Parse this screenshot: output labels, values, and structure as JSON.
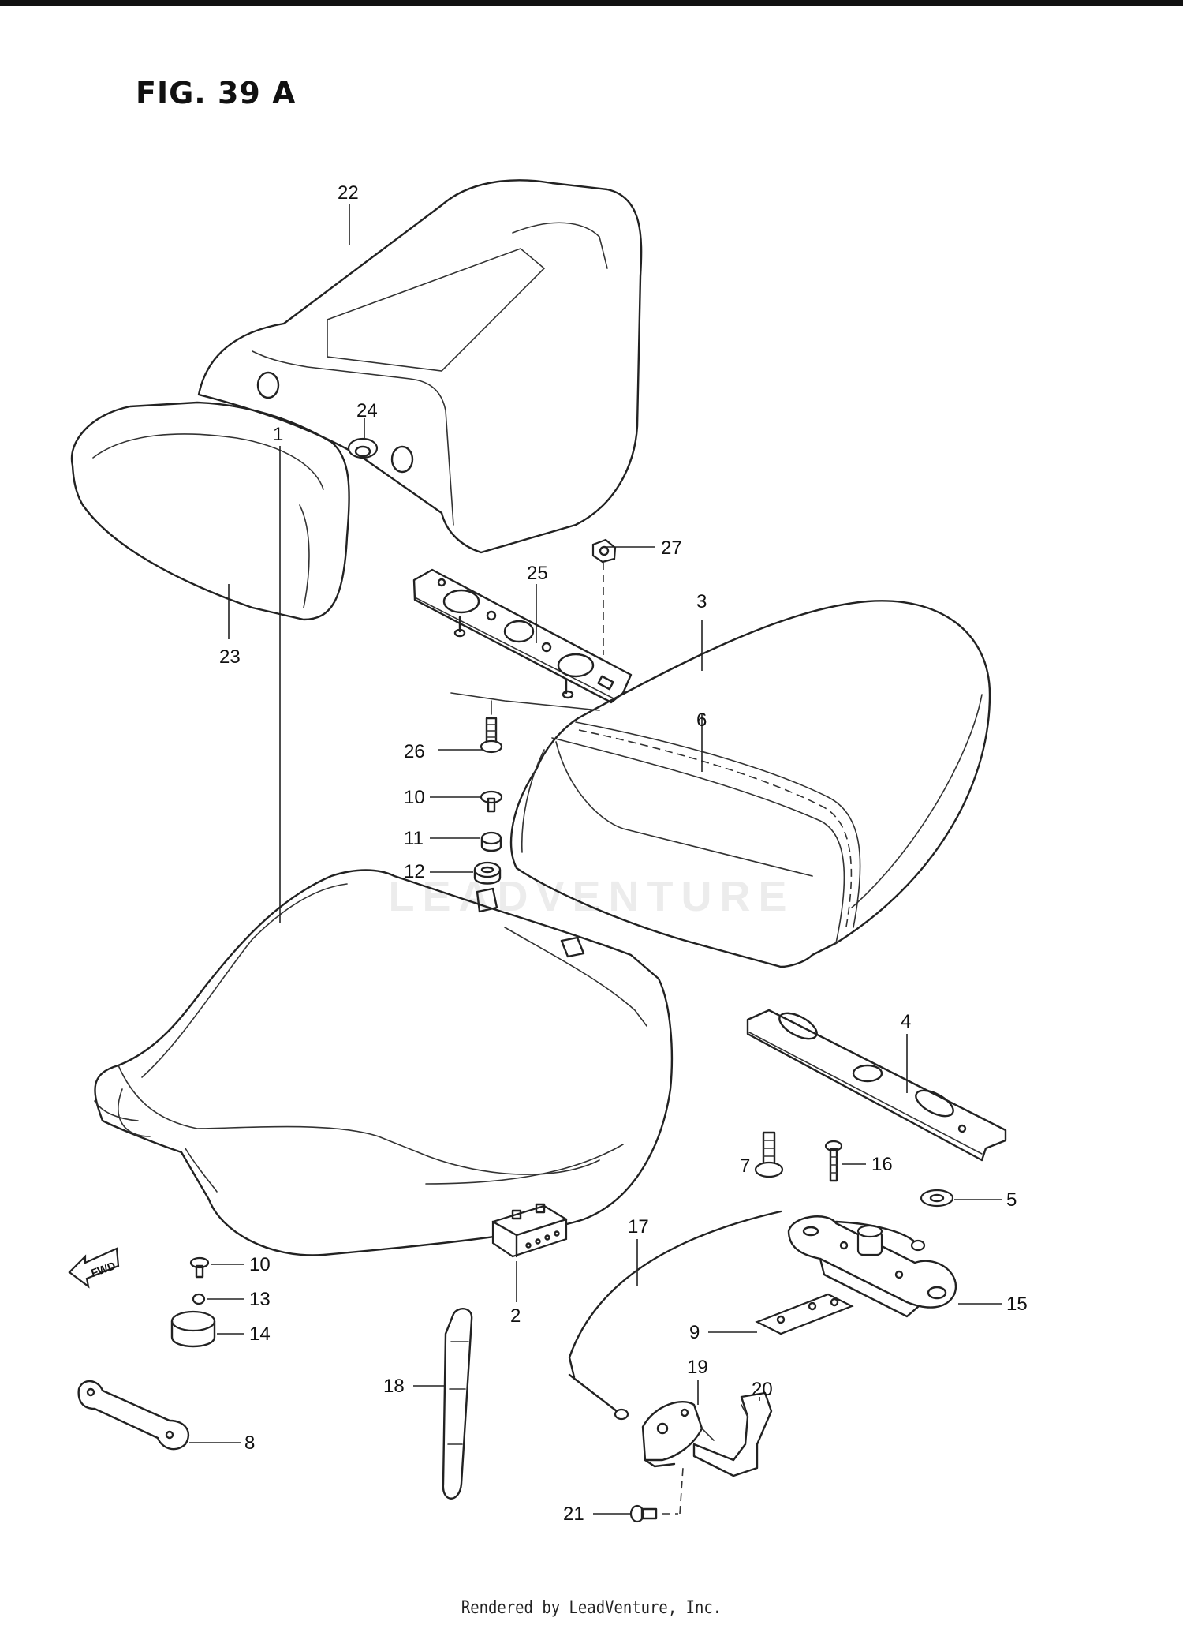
{
  "figure": {
    "title": "FIG. 39 A"
  },
  "watermark": {
    "text": "LEADVENTURE"
  },
  "footer": {
    "text": "Rendered by LeadVenture, Inc."
  },
  "direction_arrow": {
    "label": "FWD"
  },
  "callouts": {
    "c1": "1",
    "c2": "2",
    "c3": "3",
    "c4": "4",
    "c5": "5",
    "c6": "6",
    "c7": "7",
    "c8": "8",
    "c9": "9",
    "c10a": "10",
    "c10b": "10",
    "c11": "11",
    "c12": "12",
    "c13": "13",
    "c14": "14",
    "c15": "15",
    "c16": "16",
    "c17": "17",
    "c18": "18",
    "c19": "19",
    "c20": "20",
    "c21": "21",
    "c22": "22",
    "c23": "23",
    "c24": "24",
    "c25": "25",
    "c26": "26",
    "c27": "27"
  }
}
